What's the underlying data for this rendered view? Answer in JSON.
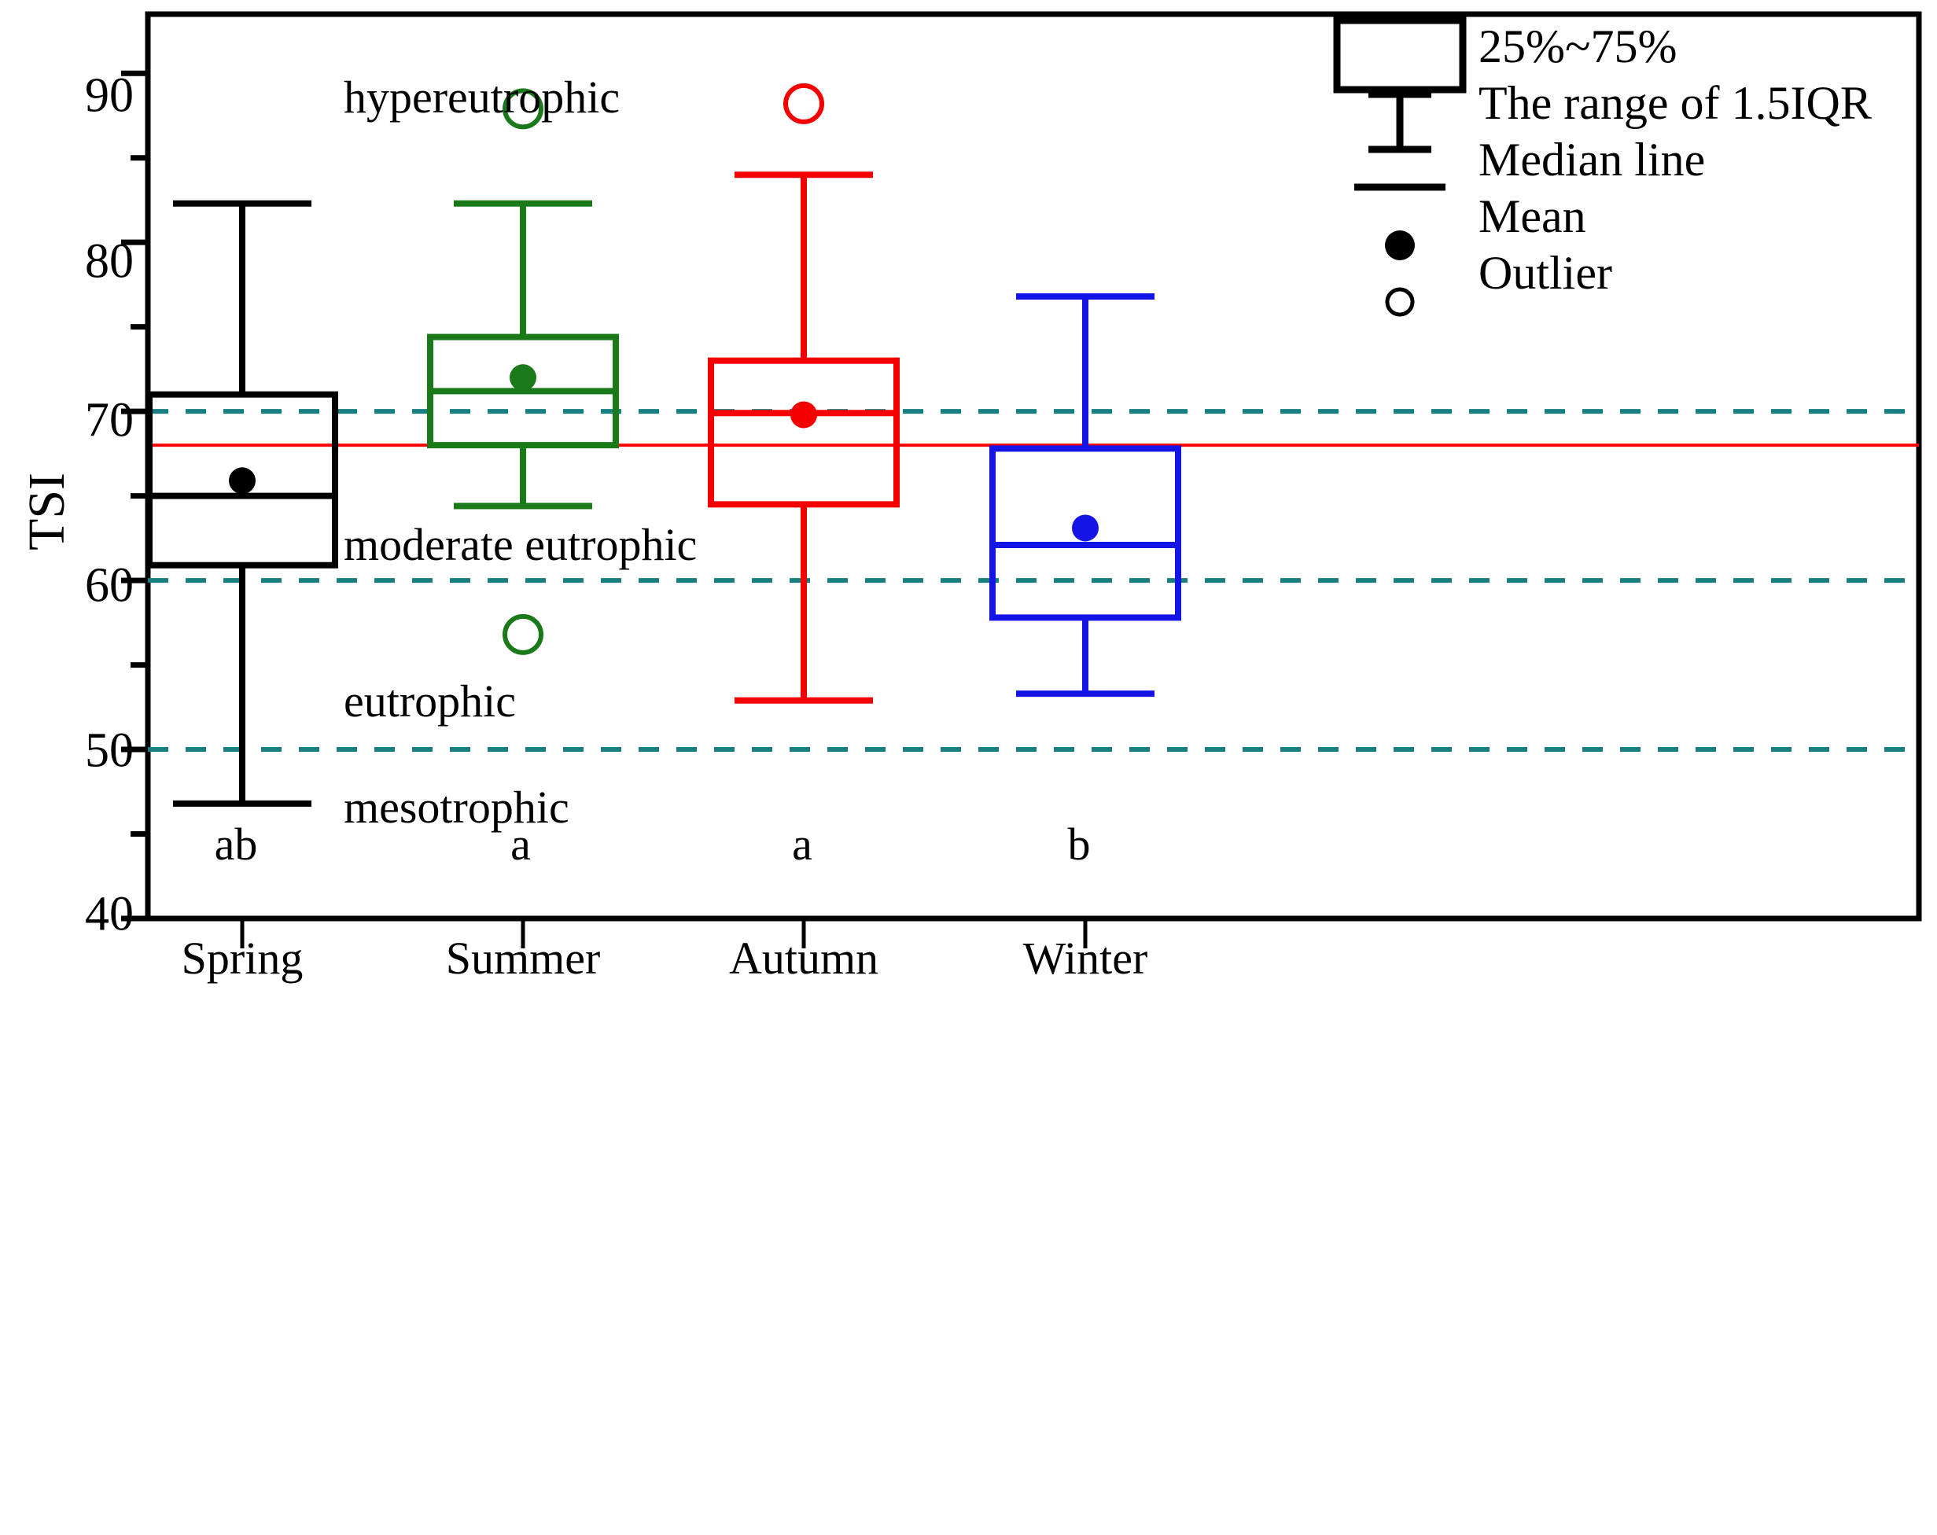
{
  "chart_data": {
    "type": "box",
    "title": "",
    "xlabel": "",
    "ylabel": "TSI",
    "ylim": [
      40,
      93.5
    ],
    "yticks": [
      40,
      50,
      60,
      70,
      80,
      90
    ],
    "yminorticks": [
      45,
      55,
      65,
      75,
      85
    ],
    "grid": false,
    "categories": [
      "Spring",
      "Summer",
      "Autumn",
      "Winter"
    ],
    "series": [
      {
        "name": "Spring",
        "color": "#000000",
        "whisker_high": 82.3,
        "q3": 71.0,
        "median": 65.0,
        "q1": 60.9,
        "whisker_low": 46.8,
        "mean": 65.9,
        "outliers": [],
        "letter": "ab"
      },
      {
        "name": "Summer",
        "color": "#1a7a1a",
        "whisker_high": 82.3,
        "q3": 74.4,
        "median": 71.2,
        "q1": 68.0,
        "whisker_low": 64.4,
        "mean": 72.0,
        "outliers": [
          87.9,
          56.8
        ],
        "letter": "a"
      },
      {
        "name": "Autumn",
        "color": "#f40000",
        "whisker_high": 84.0,
        "q3": 73.0,
        "median": 69.9,
        "q1": 64.5,
        "whisker_low": 52.9,
        "mean": 69.8,
        "outliers": [
          88.2
        ],
        "letter": "a"
      },
      {
        "name": "Winter",
        "color": "#1414e6",
        "whisker_high": 76.8,
        "q3": 67.8,
        "median": 62.1,
        "q1": 57.8,
        "whisker_low": 53.3,
        "mean": 63.1,
        "outliers": [],
        "letter": "b"
      }
    ],
    "reference_lines": [
      {
        "name": "threshold-50",
        "value": 50,
        "color": "#177f7f",
        "style": "dashed"
      },
      {
        "name": "threshold-60",
        "value": 60,
        "color": "#177f7f",
        "style": "dashed"
      },
      {
        "name": "threshold-70",
        "value": 70,
        "color": "#177f7f",
        "style": "dashed"
      },
      {
        "name": "mean-overall-68",
        "value": 68,
        "color": "#ff0000",
        "style": "solid"
      }
    ],
    "annotations": [
      {
        "name": "hypereutrophic",
        "text": "hypereutrophic",
        "value": 90.0
      },
      {
        "name": "moderate-eutrophic",
        "text": "moderate eutrophic",
        "value": 62.8
      },
      {
        "name": "eutrophic",
        "text": "eutrophic",
        "value": 53.8
      },
      {
        "name": "mesotrophic",
        "text": "mesotrophic",
        "value": 46.6
      }
    ]
  },
  "axis": {
    "y_title": "TSI",
    "y_tick_labels": [
      "90",
      "80",
      "70",
      "60",
      "50",
      "40"
    ],
    "x_tick_labels": [
      "Spring",
      "Summer",
      "Autumn",
      "Winter"
    ]
  },
  "group_letters": [
    "ab",
    "a",
    "a",
    "b"
  ],
  "annotation_labels": {
    "hypereutrophic": "hypereutrophic",
    "moderate_eutrophic": "moderate eutrophic",
    "eutrophic": "eutrophic",
    "mesotrophic": "mesotrophic"
  },
  "legend": {
    "items": [
      {
        "key": "box",
        "label": "25%~75%"
      },
      {
        "key": "whisker",
        "label": "The range of 1.5IQR"
      },
      {
        "key": "median",
        "label": "Median line"
      },
      {
        "key": "mean",
        "label": "Mean"
      },
      {
        "key": "outlier",
        "label": "Outlier"
      }
    ]
  },
  "colors": {
    "spring": "#000000",
    "summer": "#1a7a1a",
    "autumn": "#f40000",
    "winter": "#1414e6",
    "threshold": "#177f7f",
    "reference": "#ff0000",
    "axis": "#000000"
  }
}
